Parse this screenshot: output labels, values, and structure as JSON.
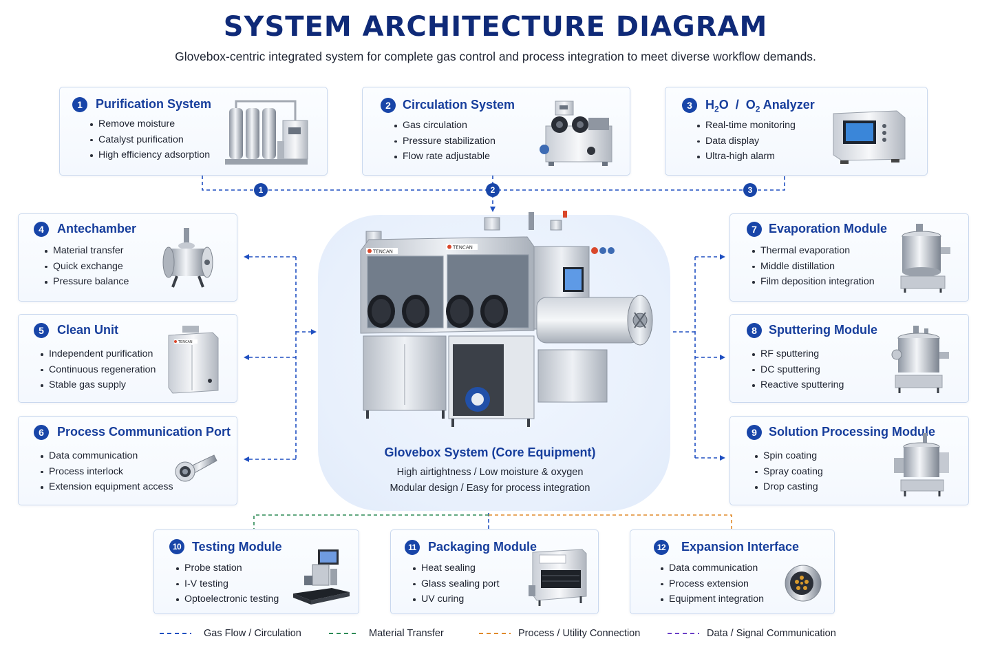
{
  "title": "SYSTEM ARCHITECTURE DIAGRAM",
  "subtitle": "Glovebox-centric integrated system for complete gas control and process integration to meet diverse workflow demands.",
  "modules": [
    {
      "num": "1",
      "title": "Purification System",
      "items": [
        "Remove moisture",
        "Catalyst purification",
        "High efficiency adsorption"
      ]
    },
    {
      "num": "2",
      "title": "Circulation System",
      "items": [
        "Gas circulation",
        "Pressure stabilization",
        "Flow rate adjustable"
      ]
    },
    {
      "num": "3",
      "title_main": "H",
      "title_sub1": "2",
      "title_mid": "O  /  O",
      "title_sub2": "2",
      "title_end": " Analyzer",
      "items": [
        "Real-time monitoring",
        "Data display",
        "Ultra-high alarm"
      ]
    },
    {
      "num": "4",
      "title": "Antechamber",
      "items": [
        "Material transfer",
        "Quick exchange",
        "Pressure balance"
      ]
    },
    {
      "num": "5",
      "title": "Clean Unit",
      "items": [
        "Independent purification",
        "Continuous regeneration",
        "Stable gas supply"
      ]
    },
    {
      "num": "6",
      "title": "Process Communication Port",
      "items": [
        "Data communication",
        "Process interlock",
        "Extension equipment access"
      ]
    },
    {
      "num": "7",
      "title": "Evaporation Module",
      "items": [
        "Thermal evaporation",
        "Middle distillation",
        "Film deposition integration"
      ]
    },
    {
      "num": "8",
      "title": "Sputtering Module",
      "items": [
        "RF sputtering",
        "DC sputtering",
        "Reactive sputtering"
      ]
    },
    {
      "num": "9",
      "title": "Solution Processing Module",
      "items": [
        "Spin coating",
        "Spray coating",
        "Drop casting"
      ]
    },
    {
      "num": "10",
      "title": "Testing Module",
      "items": [
        "Probe station",
        "I-V testing",
        "Optoelectronic testing"
      ]
    },
    {
      "num": "11",
      "title": "Packaging Module",
      "items": [
        "Heat sealing",
        "Glass sealing port",
        "UV curing"
      ]
    },
    {
      "num": "12",
      "title": "Expansion Interface",
      "items": [
        "Data communication",
        "Process extension",
        "Equipment integration"
      ]
    }
  ],
  "core": {
    "title": "Glovebox System (Core Equipment)",
    "line1": "High airtightness / Low moisture & oxygen",
    "line2": "Modular design / Easy for process integration",
    "brand": "TENCAN"
  },
  "connector_markers": [
    "1",
    "2",
    "3"
  ],
  "legend": [
    {
      "label": "Gas Flow / Circulation",
      "color": "#1f4fc1"
    },
    {
      "label": "Material Transfer",
      "color": "#2e8b57"
    },
    {
      "label": "Process / Utility Connection",
      "color": "#e08a2c"
    },
    {
      "label": "Data / Signal Communication",
      "color": "#6a3fc7"
    }
  ]
}
